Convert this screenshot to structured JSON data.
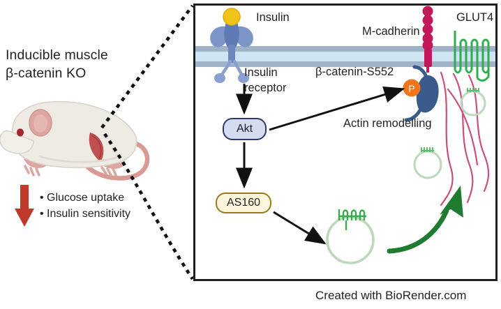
{
  "figure": {
    "title_left": "Inducible muscle\nβ-catenin KO",
    "title_left_line1": "Inducible muscle",
    "title_left_line2": "β-catenin KO",
    "credit": "Created with BioRender.com",
    "background": "#ffffff"
  },
  "left_panel": {
    "organism_icon": "mouse-illustration",
    "decrease_arrow": {
      "icon": "down-arrow-icon",
      "color": "#c0392b",
      "meaning": "decreased"
    },
    "bullets": [
      {
        "marker": "•",
        "label": "Glucose uptake"
      },
      {
        "marker": "•",
        "label": "Insulin sensitivity"
      }
    ]
  },
  "zoom_leaders": {
    "style": "dotted",
    "color": "#111111",
    "count": 2
  },
  "cell_panel": {
    "border_color": "#231f20",
    "membrane": {
      "name": "plasma-membrane",
      "outer_color": "#9fb3c8",
      "inner_color": "#cfe4f2"
    },
    "labels": {
      "insulin": "Insulin",
      "insulin_receptor_line1": "Insulin",
      "insulin_receptor_line2": "receptor",
      "beta_catenin": "β-catenin-S552",
      "m_cadherin": "M-cadherin",
      "glut4": "GLUT4",
      "actin_remodelling": "Actin remodelling"
    },
    "nodes": [
      {
        "id": "akt",
        "label": "Akt",
        "fill": "#d6dcf0",
        "stroke": "#2e3a6b"
      },
      {
        "id": "as160",
        "label": "AS160",
        "fill": "#fdf6dd",
        "stroke": "#9a7b18"
      }
    ],
    "molecules": {
      "insulin_ligand": {
        "name": "insulin-ligand",
        "color": "#f0c419"
      },
      "insulin_receptor": {
        "name": "insulin-receptor",
        "color": "#7b93c7"
      },
      "m_cadherin": {
        "name": "m-cadherin",
        "color": "#c2185b",
        "bead_count": 5
      },
      "beta_catenin": {
        "name": "beta-catenin",
        "color": "#3a5a8c"
      },
      "phospho_group": {
        "name": "phosphate-group",
        "label": "P",
        "color": "#f0761e"
      },
      "glut4_transporter": {
        "name": "glut4-transporter",
        "color": "#2fae4e"
      },
      "actin_filaments": {
        "name": "actin-filaments",
        "color": "#c94f7c"
      },
      "glut4_vesicles": {
        "name": "glut4-vesicle",
        "color": "#bcd9bc",
        "count": 3
      }
    },
    "arrows": [
      {
        "name": "receptor-to-akt",
        "color": "#111111",
        "style": "solid"
      },
      {
        "name": "akt-to-as160",
        "color": "#111111",
        "style": "solid"
      },
      {
        "name": "akt-to-beta-catenin",
        "color": "#111111",
        "style": "solid"
      },
      {
        "name": "as160-to-vesicle",
        "color": "#111111",
        "style": "solid"
      },
      {
        "name": "vesicle-translocation",
        "color": "#1e7b30",
        "style": "curved"
      }
    ]
  }
}
